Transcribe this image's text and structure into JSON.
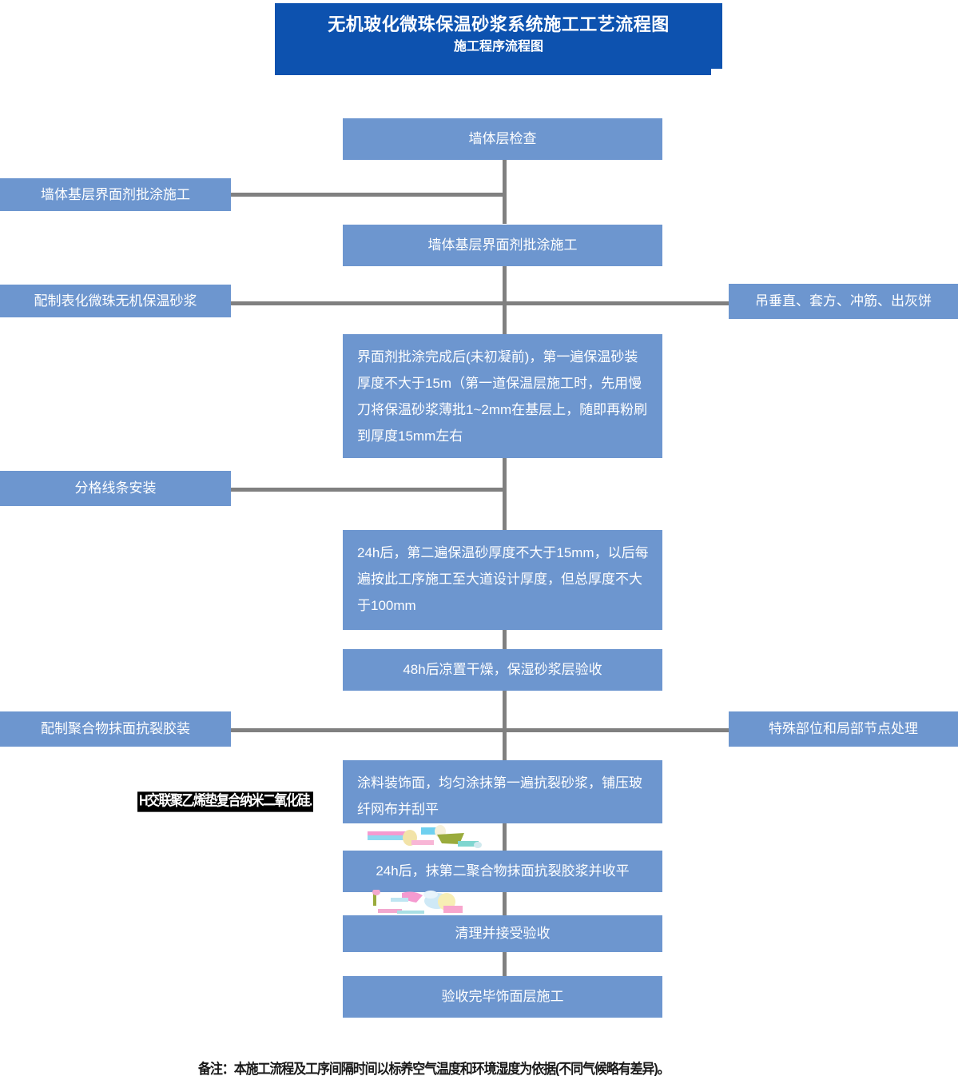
{
  "title": {
    "main": "无机玻化微珠保温砂浆系统施工工艺流程图",
    "sub": "施工程序流程图",
    "banner_color": "#0D52AF"
  },
  "theme": {
    "box_fill": "#6D96CF",
    "box_text": "#ffffff",
    "connector": "#808080",
    "background": "#ffffff"
  },
  "main_flow": [
    {
      "id": "wall-inspection",
      "label": "墙体层检查"
    },
    {
      "id": "interface-agent-coating",
      "label": "墙体基层界面剂批涂施工"
    },
    {
      "id": "first-insulation-layer",
      "label": "界面剂批涂完成后(未初凝前)，第一遍保温砂装厚度不大于15m（第一道保温层施工时，先用慢刀将保温砂浆薄批1~2mm在基层上，随即再粉刷到厚度15mm左右"
    },
    {
      "id": "second-insulation-layer",
      "label": "24h后，第二遍保温砂厚度不大于15mm，以后每遍按此工序施工至大道设计厚度，但总厚度不大于100mm"
    },
    {
      "id": "dry-and-accept",
      "label": "48h后凉置干燥，保湿砂浆层验收"
    },
    {
      "id": "first-anticrack-mortar",
      "label": "涂料装饰面，均匀涂抹第一遍抗裂砂浆，铺压玻纤网布并刮平"
    },
    {
      "id": "second-anticrack-mortar",
      "label": "24h后，抹第二聚合物抹面抗裂胶浆并收平"
    },
    {
      "id": "cleanup-acceptance",
      "label": "清理并接受验收"
    },
    {
      "id": "final-finish-layer",
      "label": "验收完毕饰面层施工"
    }
  ],
  "left_branches": [
    {
      "id": "left-interface-agent",
      "label": "墙体基层界面剂批涂施工"
    },
    {
      "id": "left-mix-insulation-mortar",
      "label": "配制表化微珠无机保温砂浆"
    },
    {
      "id": "left-grid-line-install",
      "label": "分格线条安装"
    },
    {
      "id": "left-mix-polymer-anticrack",
      "label": "配制聚合物抹面抗裂胶装"
    }
  ],
  "right_branches": [
    {
      "id": "right-vertical-squaring",
      "label": "吊垂直、套方、冲筋、出灰饼"
    },
    {
      "id": "right-special-node-treatment",
      "label": "特殊部位和局部节点处理"
    }
  ],
  "artifacts": {
    "overlay_text": "H交联聚乙烯垫复合纳米二氧化硅."
  },
  "footer": {
    "note": "备注：本施工流程及工序间隔时间以标养空气温度和环境湿度为依据(不同气候略有差异)。"
  }
}
